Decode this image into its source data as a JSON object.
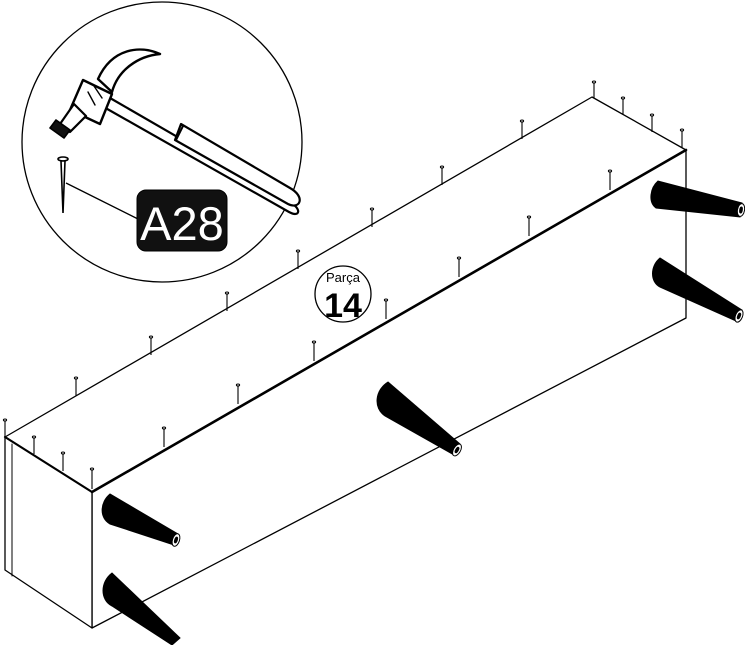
{
  "diagram": {
    "callout": {
      "tool": "hammer-icon",
      "fastener": "nail-icon",
      "code": "A28"
    },
    "part_label": {
      "caption": "Parça",
      "number": "14"
    },
    "colors": {
      "line": "#000000",
      "badge_bg": "#111111",
      "badge_text": "#ffffff",
      "background": "#ffffff"
    }
  }
}
